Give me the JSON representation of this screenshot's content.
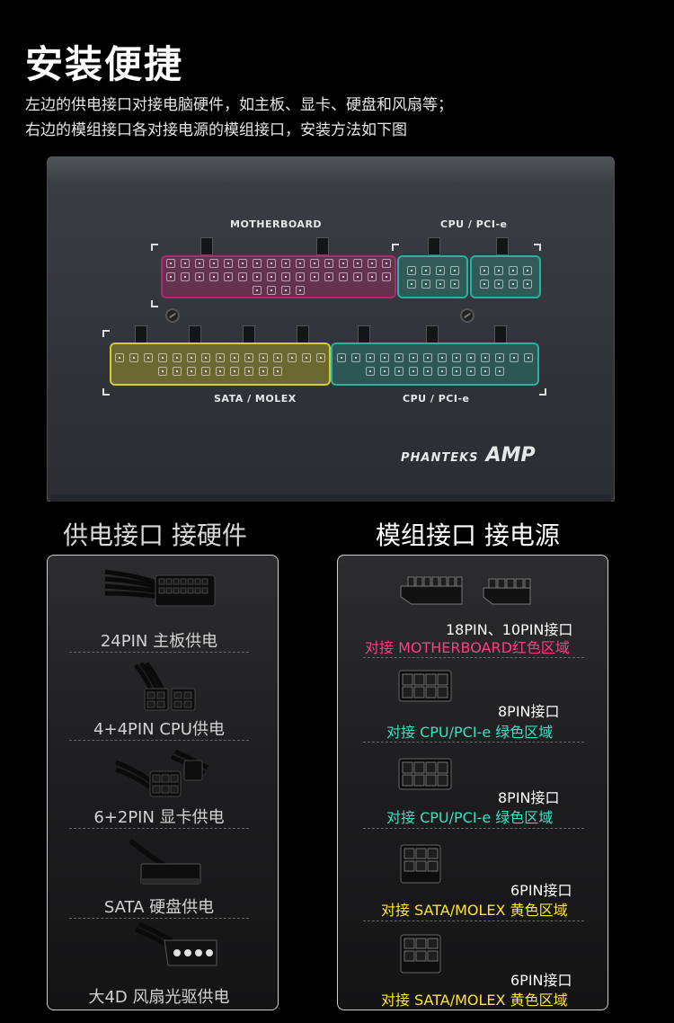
{
  "header": {
    "title": "安装便捷",
    "line1": "左边的供电接口对接电脑硬件，如主板、显卡、硬盘和风扇等；",
    "line2": "右边的模组接口各对接电源的模组接口，安装方法如下图"
  },
  "psu": {
    "label_motherboard": "MOTHERBOARD",
    "label_cpu_top": "CPU / PCI-e",
    "label_sata": "SATA / MOLEX",
    "label_cpu_bottom": "CPU / PCI-e",
    "brand": "PHANTEKS",
    "model": "AMP",
    "colors": {
      "motherboard": "#b2286e",
      "cpu_pcie": "#28b3a0",
      "sata_molex": "#d7cc2e"
    }
  },
  "left_panel": {
    "heading": "供电接口 接硬件",
    "items": [
      {
        "label": "24PIN 主板供电",
        "icon": "24pin-cable-icon"
      },
      {
        "label": "4+4PIN CPU供电",
        "icon": "4plus4pin-cable-icon"
      },
      {
        "label": "6+2PIN 显卡供电",
        "icon": "6plus2pin-cable-icon"
      },
      {
        "label": "SATA 硬盘供电",
        "icon": "sata-cable-icon"
      },
      {
        "label": "大4D 风扇光驱供电",
        "icon": "molex-cable-icon"
      }
    ]
  },
  "right_panel": {
    "heading": "模组接口 接电源",
    "items": [
      {
        "port": "18PIN、10PIN接口",
        "target": "对接 MOTHERBOARD红色区域",
        "color": "#ff3d7f"
      },
      {
        "port": "8PIN接口",
        "target": "对接 CPU/PCI-e 绿色区域",
        "color": "#37e0c1"
      },
      {
        "port": "8PIN接口",
        "target": "对接 CPU/PCI-e 绿色区域",
        "color": "#37e0c1"
      },
      {
        "port": "6PIN接口",
        "target": "对接 SATA/MOLEX 黄色区域",
        "color": "#ffe626"
      },
      {
        "port": "6PIN接口",
        "target": "对接 SATA/MOLEX 黄色区域",
        "color": "#ffe626"
      }
    ]
  }
}
